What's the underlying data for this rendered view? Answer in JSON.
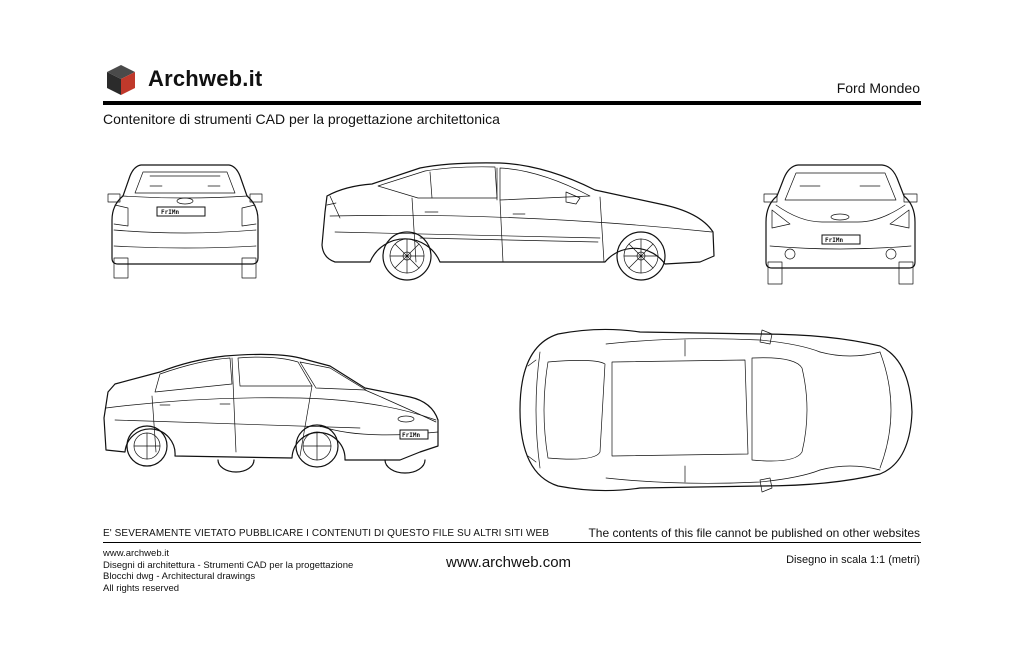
{
  "header": {
    "brand": "Archweb.it",
    "model_name": "Ford Mondeo",
    "subtitle": "Contenitore di strumenti CAD per la progettazione architettonica"
  },
  "drawing": {
    "views": [
      "rear",
      "side",
      "front",
      "perspective",
      "top"
    ],
    "plate_text": "FrIMn"
  },
  "notice": {
    "italian": "E' SEVERAMENTE VIETATO PUBBLICARE I CONTENUTI DI QUESTO FILE SU ALTRI SITI WEB",
    "english": "The contents of this file cannot be published on other websites"
  },
  "footer": {
    "lines": [
      "www.archweb.it",
      "Disegni di architettura - Strumenti CAD  per la progettazione",
      "Blocchi dwg - Architectural drawings",
      "All rights reserved"
    ],
    "website": "www.archweb.com",
    "scale": "Disegno in scala 1:1 (metri)"
  },
  "colors": {
    "logo_dark": "#3a3a3a",
    "logo_red": "#c0392b",
    "line": "#111111"
  }
}
